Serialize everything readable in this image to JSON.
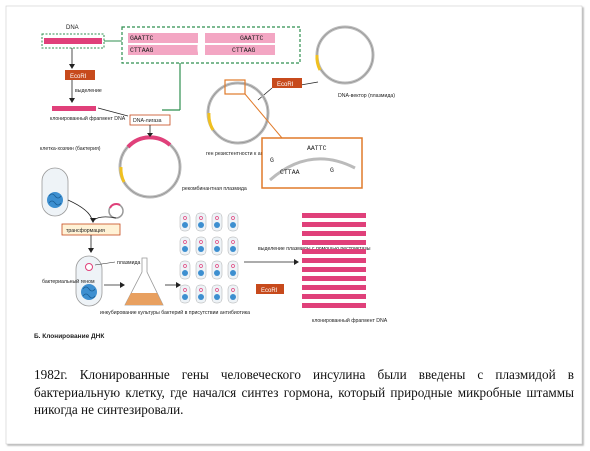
{
  "diagram": {
    "dna_label": "DNA",
    "seq_top_left": "GAATTC",
    "seq_bottom_left": "CTTAAG",
    "seq_top_right": "GAATTC",
    "seq_bottom_right": "CTTAAG",
    "ecori": "EcoRI",
    "isolation": "выделение",
    "cloned_fragment": "клонированный фрагмент DNA",
    "dna_ligase": "DNA-лигаза",
    "vector": "DNA-вектор (плазмида)",
    "antibiotic_resistance": "ген резистентности к антибиотику",
    "recombinant": "рекомбинантная плазмида",
    "host_cell": "клетка-хозяин (бактерия)",
    "transformation": "трансформация",
    "plasmid": "плазмида",
    "bacterial_genome": "бактериальный геном",
    "incubation": "инкубирование культуры бактерий в присутствии антибиотика",
    "extraction": "выделение плазмиды с помощью рестриктазы",
    "cloned_fragment_bottom": "клонированный фрагмент DNA",
    "zoom_g_left": "G",
    "zoom_top": "AATTC",
    "zoom_bottom": "CTTAA",
    "zoom_g_right": "G",
    "section_title": "Б. Клонирование ДНК"
  },
  "caption": "1982г. Клонированные гены человеческого инсулина были введены с плазмидой в бактериальную клетку, где начался синтез гормона, который природные микробные штаммы никогда не синтезировали.",
  "colors": {
    "pink": "#e0407a",
    "orange": "#e07a2a",
    "green": "#2f8f4f",
    "blue": "#3d8fd0",
    "red_box": "#cc2222"
  }
}
